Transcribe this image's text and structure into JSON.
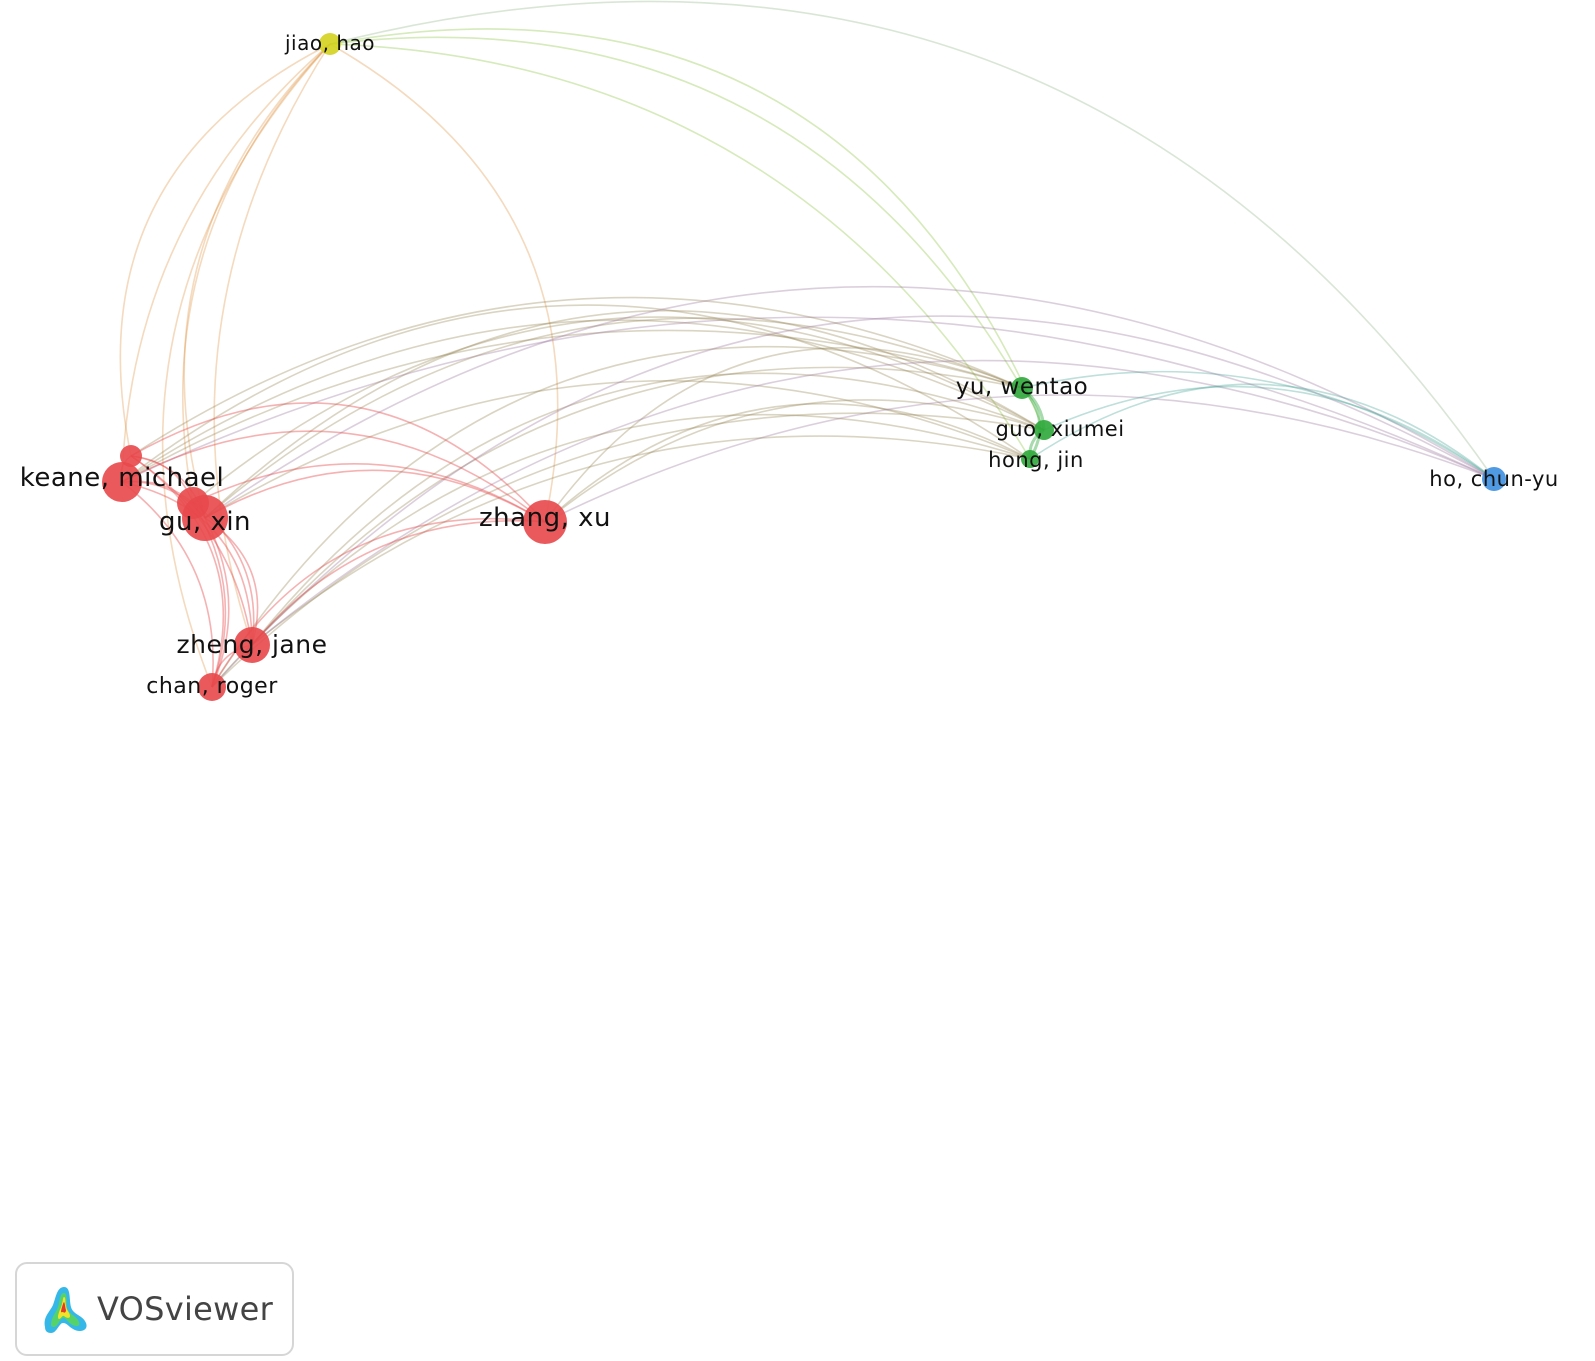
{
  "network": {
    "clusters": [
      {
        "id": 1,
        "color": "#e8484b"
      },
      {
        "id": 2,
        "color": "#2ea83a"
      },
      {
        "id": 3,
        "color": "#3d8ee0"
      },
      {
        "id": 4,
        "color": "#d4d21e"
      }
    ],
    "nodes": [
      {
        "id": "keane",
        "label": "keane, michael",
        "cluster": 1
      },
      {
        "id": "gu",
        "label": "gu, xin",
        "cluster": 1
      },
      {
        "id": "zhang",
        "label": "zhang, xu",
        "cluster": 1
      },
      {
        "id": "zheng",
        "label": "zheng, jane",
        "cluster": 1
      },
      {
        "id": "chan",
        "label": "chan, roger",
        "cluster": 1
      },
      {
        "id": "red-small",
        "label": "",
        "cluster": 1
      },
      {
        "id": "red-mid",
        "label": "",
        "cluster": 1
      },
      {
        "id": "jiao",
        "label": "jiao, hao",
        "cluster": 4
      },
      {
        "id": "yu",
        "label": "yu, wentao",
        "cluster": 2
      },
      {
        "id": "guo",
        "label": "guo, xiumei",
        "cluster": 2
      },
      {
        "id": "hong",
        "label": "hong, jin",
        "cluster": 2
      },
      {
        "id": "ho",
        "label": "ho, chun-yu",
        "cluster": 3
      }
    ],
    "links": [
      [
        "keane",
        "jiao"
      ],
      [
        "gu",
        "jiao"
      ],
      [
        "zhang",
        "jiao"
      ],
      [
        "zheng",
        "jiao"
      ],
      [
        "chan",
        "jiao"
      ],
      [
        "red-small",
        "jiao"
      ],
      [
        "red-mid",
        "jiao"
      ],
      [
        "jiao",
        "yu"
      ],
      [
        "jiao",
        "guo"
      ],
      [
        "jiao",
        "hong"
      ],
      [
        "jiao",
        "ho"
      ],
      [
        "keane",
        "yu"
      ],
      [
        "keane",
        "guo"
      ],
      [
        "keane",
        "hong"
      ],
      [
        "keane",
        "ho"
      ],
      [
        "gu",
        "yu"
      ],
      [
        "gu",
        "guo"
      ],
      [
        "gu",
        "hong"
      ],
      [
        "gu",
        "ho"
      ],
      [
        "zhang",
        "yu"
      ],
      [
        "zhang",
        "guo"
      ],
      [
        "zhang",
        "hong"
      ],
      [
        "zhang",
        "ho"
      ],
      [
        "zheng",
        "yu"
      ],
      [
        "zheng",
        "guo"
      ],
      [
        "zheng",
        "hong"
      ],
      [
        "zheng",
        "ho"
      ],
      [
        "chan",
        "yu"
      ],
      [
        "chan",
        "guo"
      ],
      [
        "chan",
        "hong"
      ],
      [
        "chan",
        "ho"
      ],
      [
        "red-small",
        "yu"
      ],
      [
        "red-mid",
        "guo"
      ],
      [
        "yu",
        "ho"
      ],
      [
        "guo",
        "ho"
      ],
      [
        "hong",
        "ho"
      ],
      [
        "yu",
        "guo"
      ],
      [
        "guo",
        "hong"
      ],
      [
        "yu",
        "hong"
      ],
      [
        "keane",
        "gu"
      ],
      [
        "keane",
        "zhang"
      ],
      [
        "keane",
        "zheng"
      ],
      [
        "keane",
        "chan"
      ],
      [
        "keane",
        "red-small"
      ],
      [
        "keane",
        "red-mid"
      ],
      [
        "gu",
        "zhang"
      ],
      [
        "gu",
        "zheng"
      ],
      [
        "gu",
        "chan"
      ],
      [
        "gu",
        "red-small"
      ],
      [
        "gu",
        "red-mid"
      ],
      [
        "zhang",
        "zheng"
      ],
      [
        "zhang",
        "chan"
      ],
      [
        "zhang",
        "red-small"
      ],
      [
        "zhang",
        "red-mid"
      ],
      [
        "zheng",
        "chan"
      ],
      [
        "zheng",
        "red-small"
      ],
      [
        "zheng",
        "red-mid"
      ],
      [
        "chan",
        "red-small"
      ],
      [
        "chan",
        "red-mid"
      ],
      [
        "red-small",
        "red-mid"
      ]
    ]
  },
  "logo": {
    "text": "VOSviewer",
    "icon": "vosviewer-logo-icon"
  }
}
